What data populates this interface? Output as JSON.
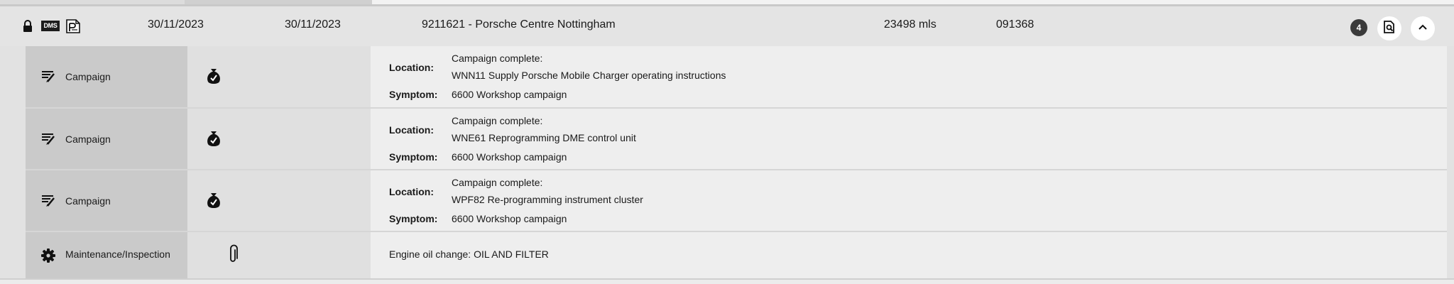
{
  "header": {
    "date1": "30/11/2023",
    "date2": "30/11/2023",
    "dealer": "9211621 - Porsche Centre Nottingham",
    "mileage": "23498 mls",
    "order": "091368",
    "count_badge": "4",
    "dms_label": "DMS",
    "icons": [
      "lock-icon",
      "dms-icon",
      "document-icon",
      "document-search-icon",
      "chevron-up-icon"
    ]
  },
  "rows": [
    {
      "type": "Campaign",
      "status_icon": "campaign-complete-icon",
      "location_label": "Location:",
      "location_title": "Campaign complete:",
      "location_value": "WNN11 Supply Porsche Mobile Charger operating instructions",
      "symptom_label": "Symptom:",
      "symptom_value": "6600 Workshop campaign"
    },
    {
      "type": "Campaign",
      "status_icon": "campaign-complete-icon",
      "location_label": "Location:",
      "location_title": "Campaign complete:",
      "location_value": "WNE61 Reprogramming DME control unit",
      "symptom_label": "Symptom:",
      "symptom_value": "6600 Workshop campaign"
    },
    {
      "type": "Campaign",
      "status_icon": "campaign-complete-icon",
      "location_label": "Location:",
      "location_title": "Campaign complete:",
      "location_value": "WPF82 Re-programming instrument cluster",
      "symptom_label": "Symptom:",
      "symptom_value": "6600 Workshop campaign"
    },
    {
      "type": "Maintenance/Inspection",
      "status_icon": "paperclip-icon",
      "note": "Engine oil change: OIL AND FILTER"
    }
  ]
}
